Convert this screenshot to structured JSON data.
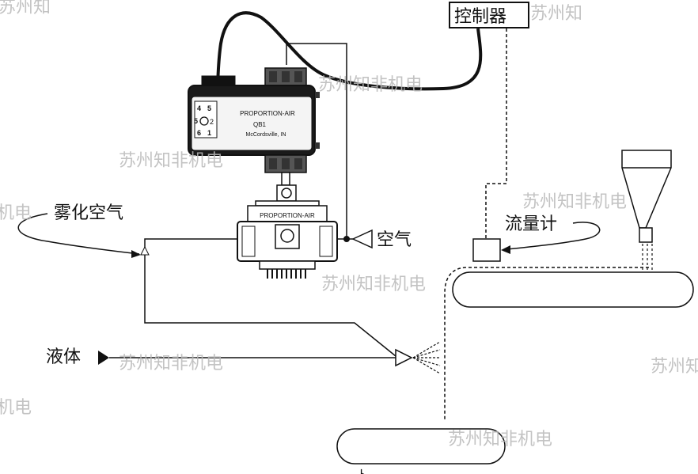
{
  "labels": {
    "controller": "控制器",
    "atomizing_air": "雾化空气",
    "air": "空气",
    "flow_meter": "流量计",
    "liquid": "液体",
    "bottom_partial": "卜"
  },
  "regulator": {
    "brand": "PROPORTION-AIR",
    "model": "QB1",
    "location": "McCordsville, IN",
    "port_numbers": [
      "4",
      "5",
      "5",
      "2",
      "6",
      "1"
    ]
  },
  "valve_body": {
    "brand": "PROPORTION-AIR"
  },
  "watermark": {
    "text": "苏州知非机电",
    "partial_left": "机电",
    "partial_top_left": "苏州知",
    "partial_top_right": "苏州知",
    "partial_right": "苏州知"
  },
  "colors": {
    "line": "#111111",
    "body_fill": "#1a1a1a",
    "watermark": "#b9b9b9"
  }
}
